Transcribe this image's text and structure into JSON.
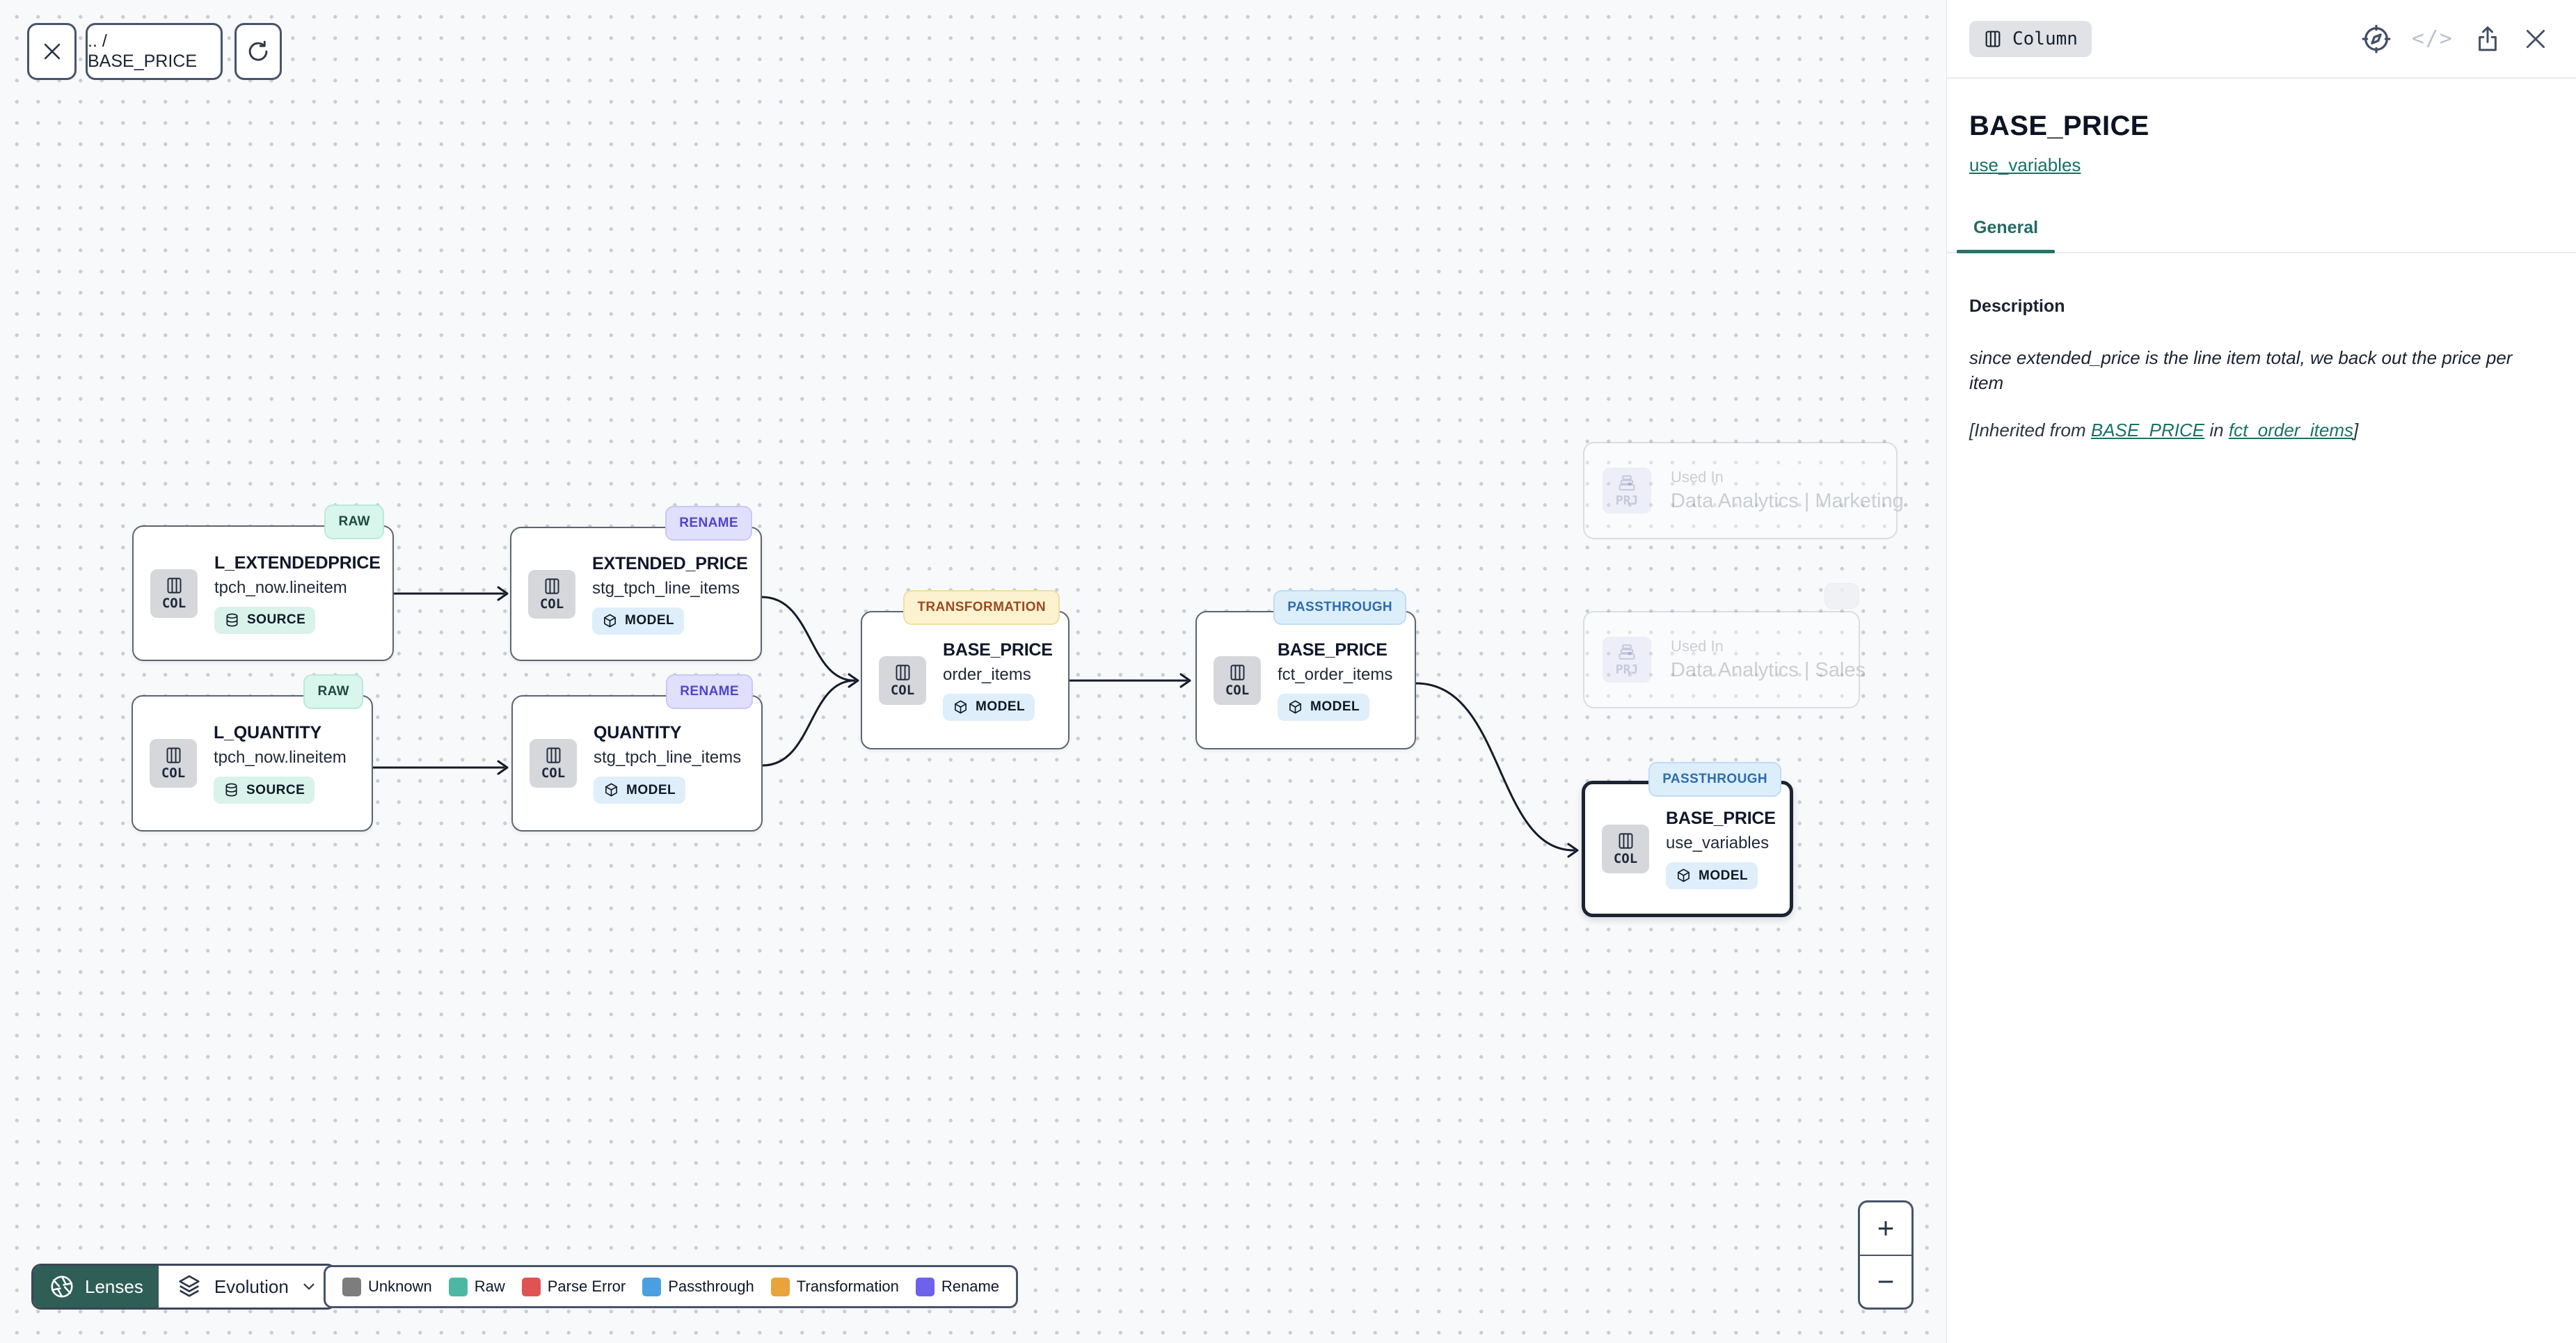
{
  "toolbar": {
    "breadcrumb": ".. / BASE_PRICE"
  },
  "canvas": {
    "col_label": "COL",
    "prj_label": "PRJ",
    "nodes": [
      {
        "badge": "RAW",
        "title": "L_EXTENDEDPRICE",
        "subtitle": "tpch_now.lineitem",
        "chip": "SOURCE"
      },
      {
        "badge": "RENAME",
        "title": "EXTENDED_PRICE",
        "subtitle": "stg_tpch_line_items",
        "chip": "MODEL"
      },
      {
        "badge": "RAW",
        "title": "L_QUANTITY",
        "subtitle": "tpch_now.lineitem",
        "chip": "SOURCE"
      },
      {
        "badge": "RENAME",
        "title": "QUANTITY",
        "subtitle": "stg_tpch_line_items",
        "chip": "MODEL"
      },
      {
        "badge": "TRANSFORMATION",
        "title": "BASE_PRICE",
        "subtitle": "order_items",
        "chip": "MODEL"
      },
      {
        "badge": "PASSTHROUGH",
        "title": "BASE_PRICE",
        "subtitle": "fct_order_items",
        "chip": "MODEL"
      },
      {
        "badge": "PASSTHROUGH",
        "title": "BASE_PRICE",
        "subtitle": "use_variables",
        "chip": "MODEL",
        "selected": true
      }
    ],
    "used_in": [
      {
        "label": "Used In",
        "name": "Data Analytics | Marketing"
      },
      {
        "label": "Used In",
        "name": "Data Analytics | Sales"
      }
    ],
    "controls": {
      "lenses": "Lenses",
      "lens_selected": "Evolution"
    },
    "legend": {
      "items": [
        {
          "label": "Unknown",
          "color": "#7d7d7d"
        },
        {
          "label": "Raw",
          "color": "#4cb8a4"
        },
        {
          "label": "Parse Error",
          "color": "#e05353"
        },
        {
          "label": "Passthrough",
          "color": "#4a9fe0"
        },
        {
          "label": "Transformation",
          "color": "#e8a33b"
        },
        {
          "label": "Rename",
          "color": "#6e62ea"
        }
      ]
    },
    "zoom": {
      "in": "+",
      "out": "−"
    }
  },
  "panel": {
    "type_badge": "Column",
    "code_icon_glyph": "</>",
    "title": "BASE_PRICE",
    "model_link": "use_variables",
    "tabs": [
      {
        "label": "General"
      }
    ],
    "section_heading": "Description",
    "description": "since extended_price is the line item total, we back out the price per item",
    "inherited": {
      "prefix": "[Inherited from ",
      "link1": "BASE_PRICE",
      "middle": " in ",
      "link2": "fct_order_items",
      "suffix": "]"
    }
  },
  "colors": {
    "accent_teal": "#2e5e56",
    "link_teal": "#187166",
    "edge_stroke": "#141c2b",
    "badge_raw_bg": "#d9f6ec",
    "badge_rename_bg": "#e0dffc",
    "badge_transformation_bg": "#fdf2cf",
    "badge_passthrough_bg": "#ddeefb"
  }
}
